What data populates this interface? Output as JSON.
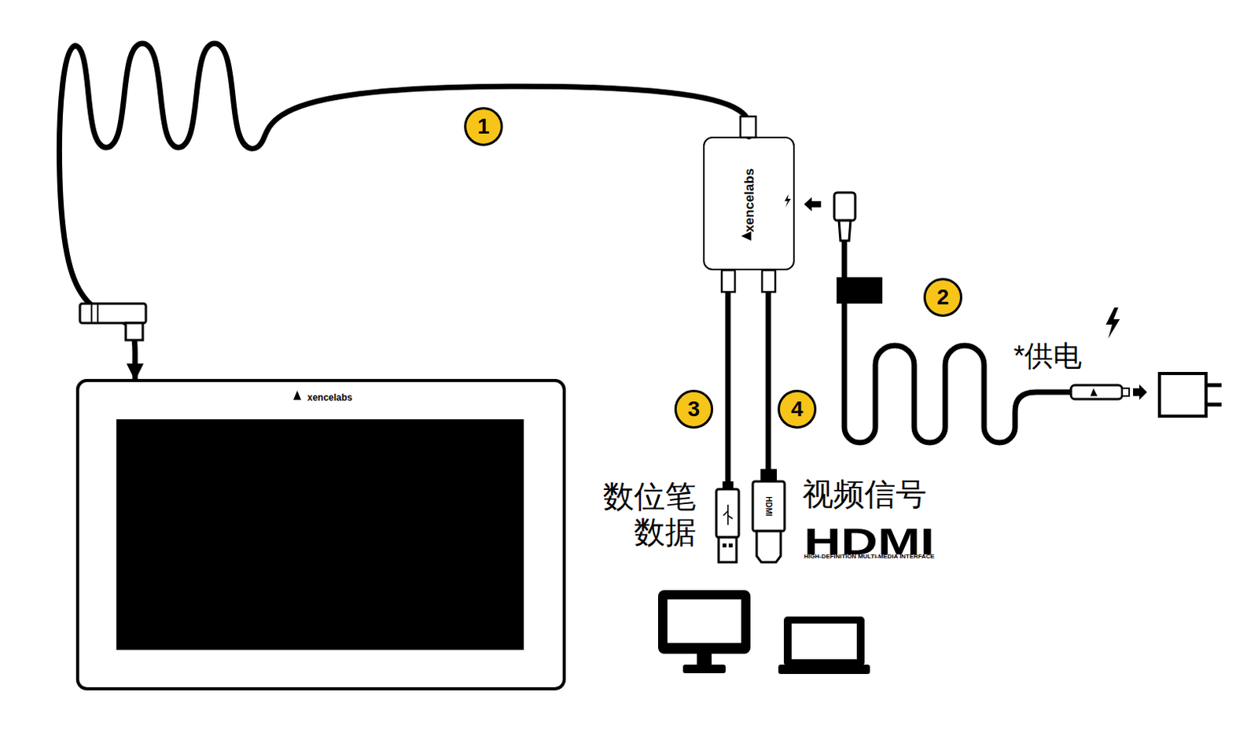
{
  "diagram": {
    "nodes": [
      {
        "text": [
          "xencelabs"
        ]
      },
      {
        "text": [
          "xencelabs"
        ]
      }
    ],
    "edges": [
      {
        "from": 1,
        "to": 0,
        "arrow": "to"
      }
    ],
    "labels": [
      "1",
      "2",
      "3",
      "4",
      "*供电",
      "数位笔 数据",
      "视频信号",
      "HDMI",
      "HIGH-DEFINITION MULTI-MEDIA INTERFACE",
      "HDMI"
    ]
  }
}
